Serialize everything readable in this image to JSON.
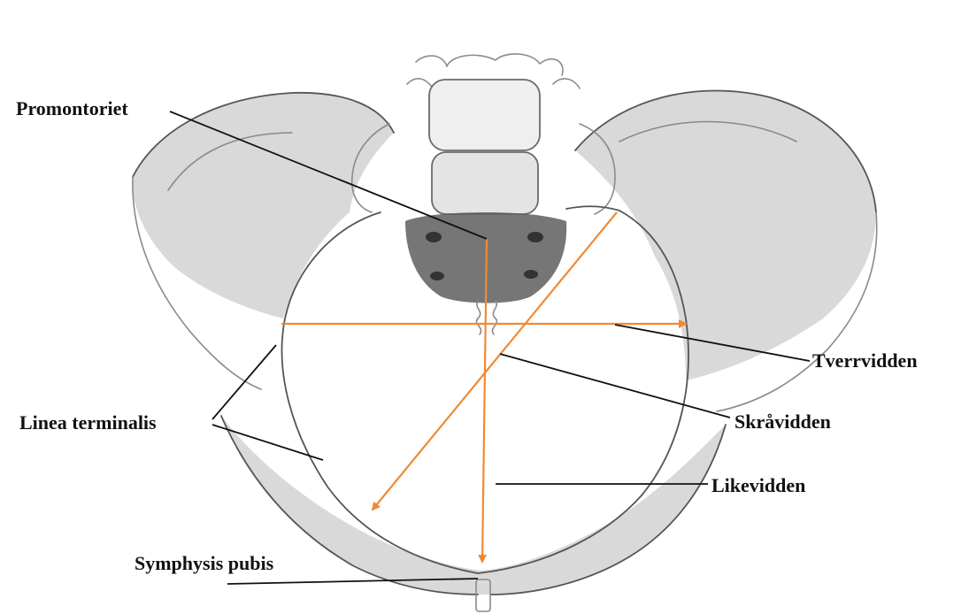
{
  "labels": {
    "promontoriet": "Promontoriet",
    "linea_terminalis": "Linea terminalis",
    "symphysis_pubis": "Symphysis pubis",
    "tverrvidden": "Tverrvidden",
    "skravidden": "Skråvidden",
    "likevidden": "Likevidden"
  },
  "colors": {
    "measurement_arrow": "#f08a34",
    "label_text": "#111111",
    "leader_line": "#111111",
    "pencil": "#8a8a8a"
  }
}
